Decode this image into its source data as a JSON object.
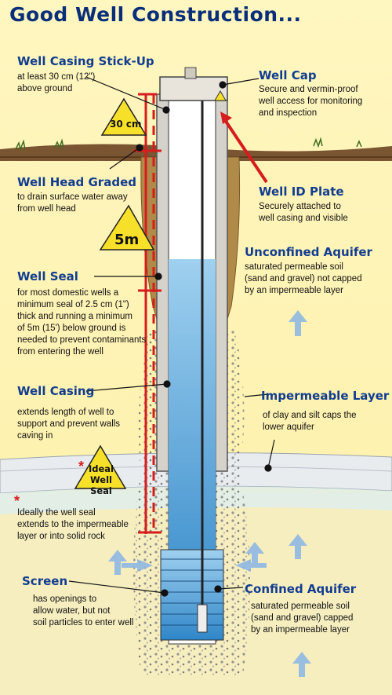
{
  "title": "Good Well Construction...",
  "labels": {
    "stickup": {
      "title": "Well Casing Stick-Up",
      "desc": [
        "at least 30 cm (12\")",
        "above ground"
      ]
    },
    "cap": {
      "title": "Well Cap",
      "desc": [
        "Secure and vermin-proof",
        "well access for monitoring",
        "and inspection"
      ]
    },
    "graded": {
      "title": "Well Head Graded",
      "desc": [
        "to drain surface water away",
        "from well head"
      ]
    },
    "idplate": {
      "title": "Well ID Plate",
      "desc": [
        "Securely attached to",
        "well casing and visible"
      ]
    },
    "unconfined": {
      "title": "Unconfined Aquifer",
      "desc": [
        "saturated permeable soil",
        "(sand and gravel) not capped",
        "by an impermeable layer"
      ]
    },
    "seal": {
      "title": "Well Seal",
      "desc": [
        "for most domestic wells a",
        "minimum seal of 2.5 cm (1\")",
        "thick and running a minimum",
        "of 5m (15') below ground is",
        "needed to prevent contaminants",
        "from entering the well"
      ]
    },
    "casing": {
      "title": "Well Casing",
      "desc": [
        "extends length of well to",
        "support and prevent walls",
        "caving in"
      ]
    },
    "impermeable": {
      "title": "Impermeable Layer",
      "desc": [
        "of clay and silt caps the",
        "lower aquifer"
      ]
    },
    "idealnote": {
      "desc": [
        "Ideally the well seal",
        "extends to the impermeable",
        "layer or into solid rock"
      ]
    },
    "screen": {
      "title": "Screen",
      "desc": [
        "has openings to",
        "allow water, but not",
        "soil particles to enter well"
      ]
    },
    "confined": {
      "title": "Confined Aquifer",
      "desc": [
        "saturated permeable soil",
        "(sand and gravel) capped",
        "by an impermeable layer"
      ]
    }
  },
  "markers": {
    "cm30": "30 cm",
    "m5": "5m",
    "ideal_line1": "Ideal",
    "ideal_line2": "Well Seal",
    "star": "*"
  },
  "colors": {
    "title": "#0a2f7a",
    "label": "#123d8f",
    "accent_red": "#d61c1c",
    "sign_yellow": "#f7e02a",
    "water": "#5aa8de"
  }
}
